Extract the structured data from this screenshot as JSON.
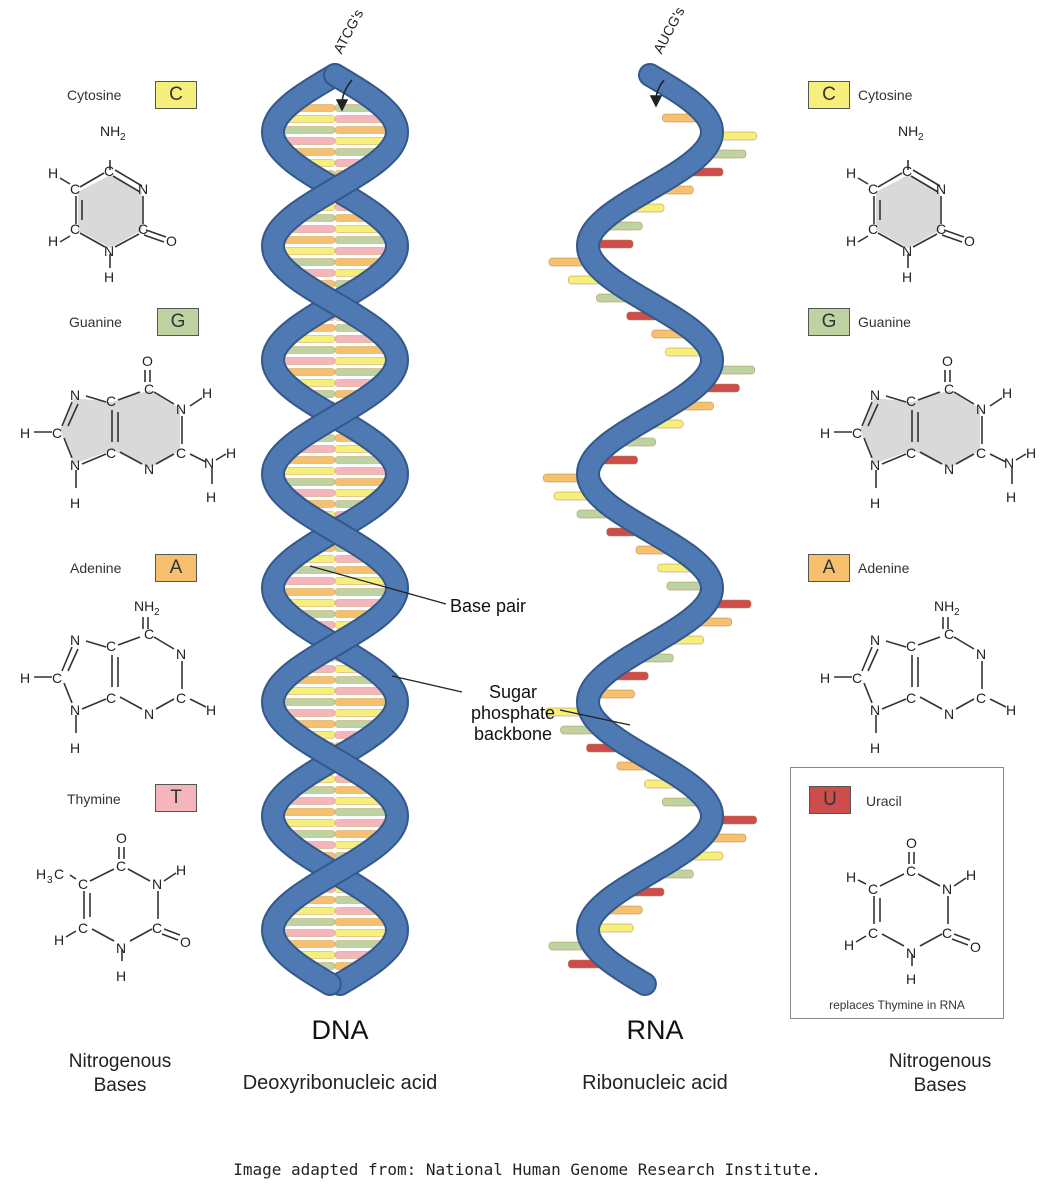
{
  "left_bases": {
    "cytosine": {
      "name": "Cytosine",
      "letter": "C"
    },
    "guanine": {
      "name": "Guanine",
      "letter": "G"
    },
    "adenine": {
      "name": "Adenine",
      "letter": "A"
    },
    "thymine": {
      "name": "Thymine",
      "letter": "T"
    },
    "column_label_line1": "Nitrogenous",
    "column_label_line2": "Bases"
  },
  "right_bases": {
    "cytosine": {
      "name": "Cytosine",
      "letter": "C"
    },
    "guanine": {
      "name": "Guanine",
      "letter": "G"
    },
    "adenine": {
      "name": "Adenine",
      "letter": "A"
    },
    "uracil": {
      "name": "Uracil",
      "letter": "U",
      "note": "replaces Thymine in RNA"
    },
    "column_label_line1": "Nitrogenous",
    "column_label_line2": "Bases"
  },
  "dna": {
    "title": "DNA",
    "subtitle": "Deoxyribonucleic acid",
    "top_label": "ATCG's"
  },
  "rna": {
    "title": "RNA",
    "subtitle": "Ribonucleic acid",
    "top_label": "AUCG's"
  },
  "callouts": {
    "base_pair": "Base pair",
    "backbone_line1": "Sugar",
    "backbone_line2": "phosphate",
    "backbone_line3": "backbone"
  },
  "atoms": {
    "N": "N",
    "C": "C",
    "O": "O",
    "H": "H",
    "NH2": "NH",
    "sub2": "2",
    "H3C": "H",
    "sub3": "3",
    "C_me": "C"
  },
  "credit": "Image adapted from: National Human Genome Research Institute.",
  "colors": {
    "backbone": "#4e79b3",
    "backbone_dark": "#34588a",
    "cytosine": "#f7ef7b",
    "guanine": "#bfd3a2",
    "adenine": "#f6c06f",
    "thymine": "#f5b5bd",
    "uracil": "#cd4d4d",
    "ring_fill": "#d9d9d9"
  }
}
